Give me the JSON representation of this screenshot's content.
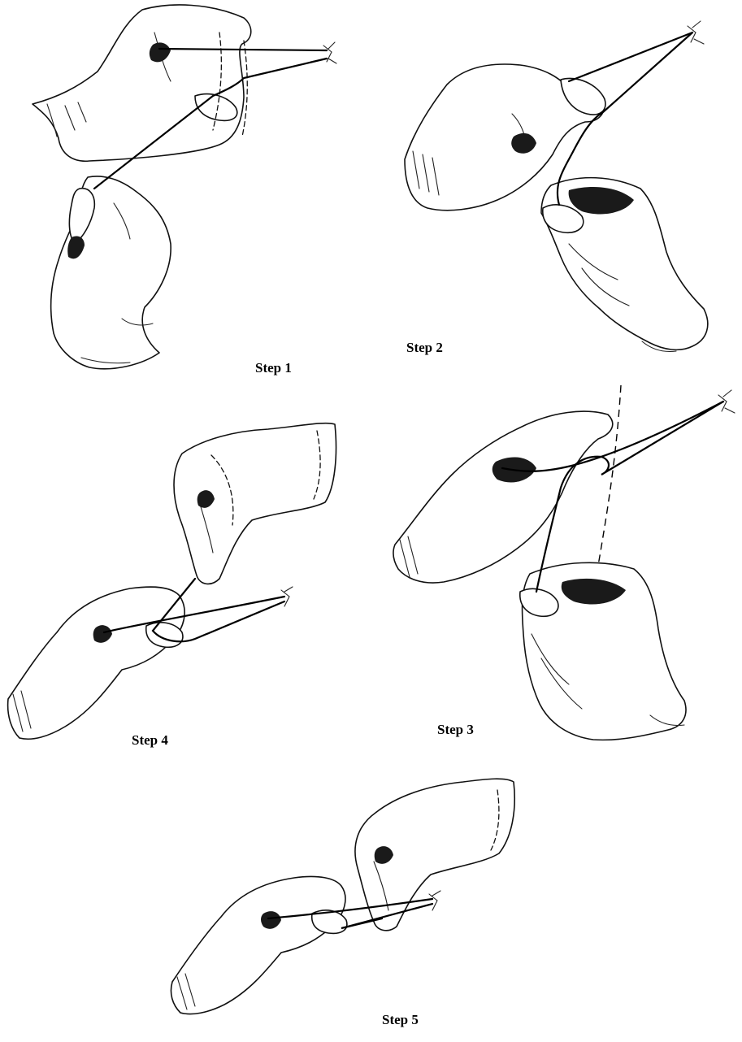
{
  "steps": [
    {
      "id": "step-1",
      "label": "Step 1"
    },
    {
      "id": "step-2",
      "label": "Step 2"
    },
    {
      "id": "step-3",
      "label": "Step 3"
    },
    {
      "id": "step-4",
      "label": "Step 4"
    },
    {
      "id": "step-5",
      "label": "Step 5"
    }
  ],
  "colors": {
    "line": "#000000",
    "background": "#ffffff"
  }
}
